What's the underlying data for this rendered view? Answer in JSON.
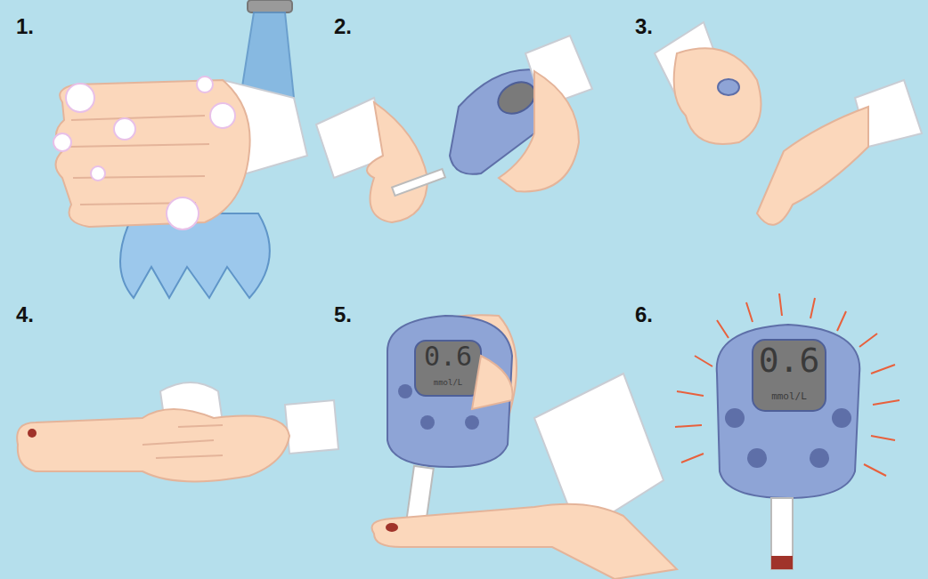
{
  "diagram": {
    "labels": [
      "1.",
      "2.",
      "3.",
      "4.",
      "5.",
      "6.",
      "0.6",
      "mmol/L",
      "0.6",
      "mmol/L"
    ]
  }
}
